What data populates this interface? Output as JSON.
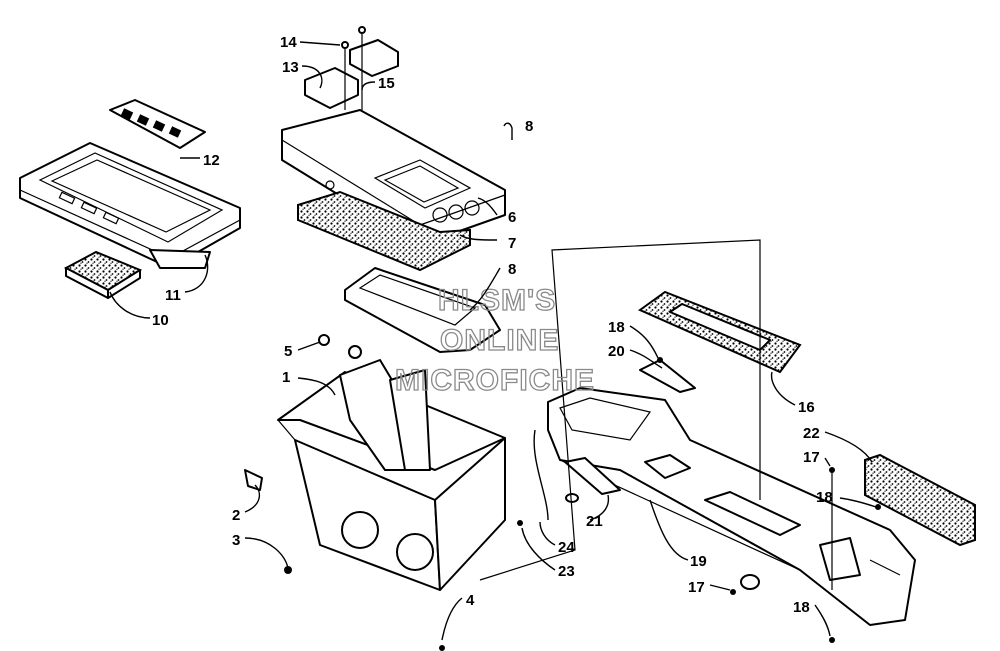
{
  "watermark": {
    "line1": "HLSM'S",
    "line2": "ONLINE",
    "line3": "MICROFICHE"
  },
  "callouts": [
    {
      "id": "1",
      "text": "1"
    },
    {
      "id": "2",
      "text": "2"
    },
    {
      "id": "3",
      "text": "3"
    },
    {
      "id": "4",
      "text": "4"
    },
    {
      "id": "5",
      "text": "5"
    },
    {
      "id": "6",
      "text": "6"
    },
    {
      "id": "7",
      "text": "7"
    },
    {
      "id": "8a",
      "text": "8"
    },
    {
      "id": "8b",
      "text": "8"
    },
    {
      "id": "10",
      "text": "10"
    },
    {
      "id": "11",
      "text": "11"
    },
    {
      "id": "12",
      "text": "12"
    },
    {
      "id": "13",
      "text": "13"
    },
    {
      "id": "14",
      "text": "14"
    },
    {
      "id": "15",
      "text": "15"
    },
    {
      "id": "16",
      "text": "16"
    },
    {
      "id": "17a",
      "text": "17"
    },
    {
      "id": "17b",
      "text": "17"
    },
    {
      "id": "18a",
      "text": "18"
    },
    {
      "id": "18b",
      "text": "18"
    },
    {
      "id": "18c",
      "text": "18"
    },
    {
      "id": "19",
      "text": "19"
    },
    {
      "id": "20",
      "text": "20"
    },
    {
      "id": "21",
      "text": "21"
    },
    {
      "id": "22",
      "text": "22"
    },
    {
      "id": "23",
      "text": "23"
    },
    {
      "id": "24",
      "text": "24"
    }
  ]
}
